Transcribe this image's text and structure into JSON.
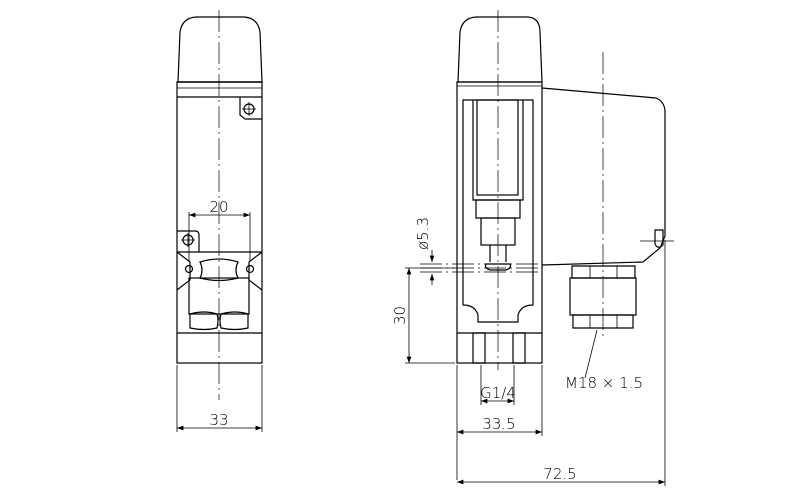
{
  "title": "Pressure switch dimensional drawing",
  "front_view": {
    "dim_hole_spacing": "20",
    "dim_width": "33"
  },
  "side_view": {
    "dim_orifice": "ø5.3",
    "dim_height": "30",
    "dim_port_thread": "G1/4",
    "dim_body_width": "33.5",
    "dim_mount_thread": "M18 × 1.5",
    "dim_overall_width": "72.5"
  },
  "colors": {
    "line": "#000000",
    "background": "#ffffff"
  }
}
